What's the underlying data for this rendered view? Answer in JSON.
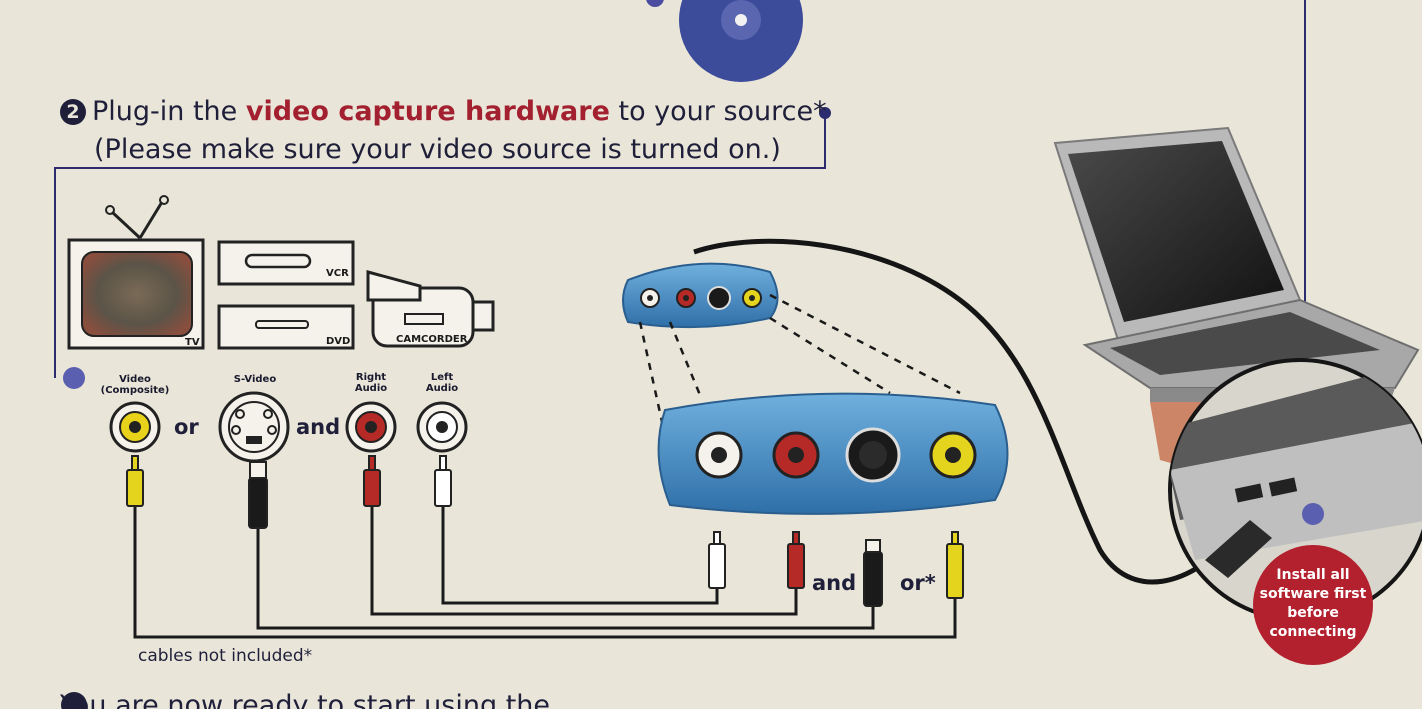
{
  "step": {
    "number": "2",
    "text_before": "Plug-in the ",
    "highlight": "video capture hardware",
    "text_after": " to your source*",
    "note": "(Please make sure your video source is turned on.)"
  },
  "devices": {
    "tv": "TV",
    "vcr": "VCR",
    "dvd": "DVD",
    "camcorder": "CAMCORDER"
  },
  "ports": {
    "video_line1": "Video",
    "video_line2": "(Composite)",
    "svideo": "S-Video",
    "right_line1": "Right",
    "right_line2": "Audio",
    "left_line1": "Left",
    "left_line2": "Audio"
  },
  "connectors": {
    "or1": "or",
    "and1": "and",
    "and2": "and",
    "or2": "or*"
  },
  "footnote": "cables not included*",
  "warning": "Install all software first before connecting",
  "next_step_partial": "You are now ready to start using the",
  "colors": {
    "background": "#e9e6d9",
    "highlight": "#a2202f",
    "navy_line": "#2c2c6e",
    "device_blue": "#4f93c7",
    "warning_red": "#b3212e",
    "yellow_plug": "#e5d41e",
    "red_plug": "#b52a26"
  }
}
